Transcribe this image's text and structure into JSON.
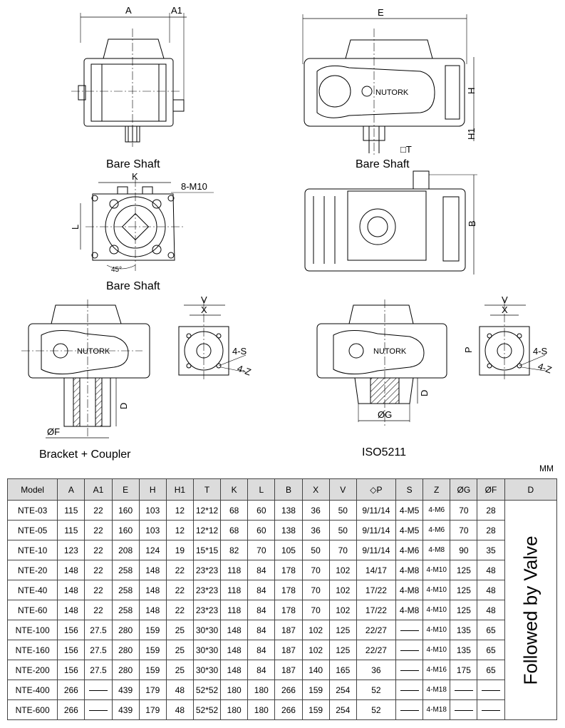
{
  "captions": {
    "bare_shaft_1": "Bare Shaft",
    "bare_shaft_2": "Bare Shaft",
    "bare_shaft_3": "Bare Shaft",
    "bracket": "Bracket + Coupler",
    "iso": "ISO5211"
  },
  "labels": {
    "A": "A",
    "A1": "A1",
    "E": "E",
    "H": "H",
    "H1": "H1",
    "T": "□T",
    "K": "K",
    "M10": "8-M10",
    "L": "L",
    "deg": "45°",
    "B": "B",
    "V1": "V",
    "X1": "X",
    "S1": "4-S",
    "Z1": "4-Z",
    "V2": "V",
    "X2": "X",
    "S2": "4-S",
    "Z2": "4-Z",
    "P": "P",
    "D": "D",
    "F": "ØF",
    "D2": "D",
    "G": "ØG",
    "brand1": "NUTORK",
    "brand2": "NUTORK",
    "brand3": "NUTORK"
  },
  "unit": "MM",
  "table": {
    "headers": [
      "Model",
      "A",
      "A1",
      "E",
      "H",
      "H1",
      "T",
      "K",
      "L",
      "B",
      "X",
      "V",
      "◇P",
      "S",
      "Z",
      "ØG",
      "ØF",
      "D"
    ],
    "merged_d": "Followed by Valve",
    "rows": [
      [
        "NTE-03",
        "115",
        "22",
        "160",
        "103",
        "12",
        "12*12",
        "68",
        "60",
        "138",
        "36",
        "50",
        "9/11/14",
        "4-M5",
        "4-M6",
        "70",
        "28"
      ],
      [
        "NTE-05",
        "115",
        "22",
        "160",
        "103",
        "12",
        "12*12",
        "68",
        "60",
        "138",
        "36",
        "50",
        "9/11/14",
        "4-M5",
        "4-M6",
        "70",
        "28"
      ],
      [
        "NTE-10",
        "123",
        "22",
        "208",
        "124",
        "19",
        "15*15",
        "82",
        "70",
        "105",
        "50",
        "70",
        "9/11/14",
        "4-M6",
        "4-M8",
        "90",
        "35"
      ],
      [
        "NTE-20",
        "148",
        "22",
        "258",
        "148",
        "22",
        "23*23",
        "118",
        "84",
        "178",
        "70",
        "102",
        "14/17",
        "4-M8",
        "4-M10",
        "125",
        "48"
      ],
      [
        "NTE-40",
        "148",
        "22",
        "258",
        "148",
        "22",
        "23*23",
        "118",
        "84",
        "178",
        "70",
        "102",
        "17/22",
        "4-M8",
        "4-M10",
        "125",
        "48"
      ],
      [
        "NTE-60",
        "148",
        "22",
        "258",
        "148",
        "22",
        "23*23",
        "118",
        "84",
        "178",
        "70",
        "102",
        "17/22",
        "4-M8",
        "4-M10",
        "125",
        "48"
      ],
      [
        "NTE-100",
        "156",
        "27.5",
        "280",
        "159",
        "25",
        "30*30",
        "148",
        "84",
        "187",
        "102",
        "125",
        "22/27",
        "—",
        "4-M10",
        "135",
        "65"
      ],
      [
        "NTE-160",
        "156",
        "27.5",
        "280",
        "159",
        "25",
        "30*30",
        "148",
        "84",
        "187",
        "102",
        "125",
        "22/27",
        "—",
        "4-M10",
        "135",
        "65"
      ],
      [
        "NTE-200",
        "156",
        "27.5",
        "280",
        "159",
        "25",
        "30*30",
        "148",
        "84",
        "187",
        "140",
        "165",
        "36",
        "—",
        "4-M16",
        "175",
        "65"
      ],
      [
        "NTE-400",
        "266",
        "—",
        "439",
        "179",
        "48",
        "52*52",
        "180",
        "180",
        "266",
        "159",
        "254",
        "52",
        "—",
        "4-M18",
        "—",
        "—"
      ],
      [
        "NTE-600",
        "266",
        "—",
        "439",
        "179",
        "48",
        "52*52",
        "180",
        "180",
        "266",
        "159",
        "254",
        "52",
        "—",
        "4-M18",
        "—",
        "—"
      ]
    ]
  }
}
